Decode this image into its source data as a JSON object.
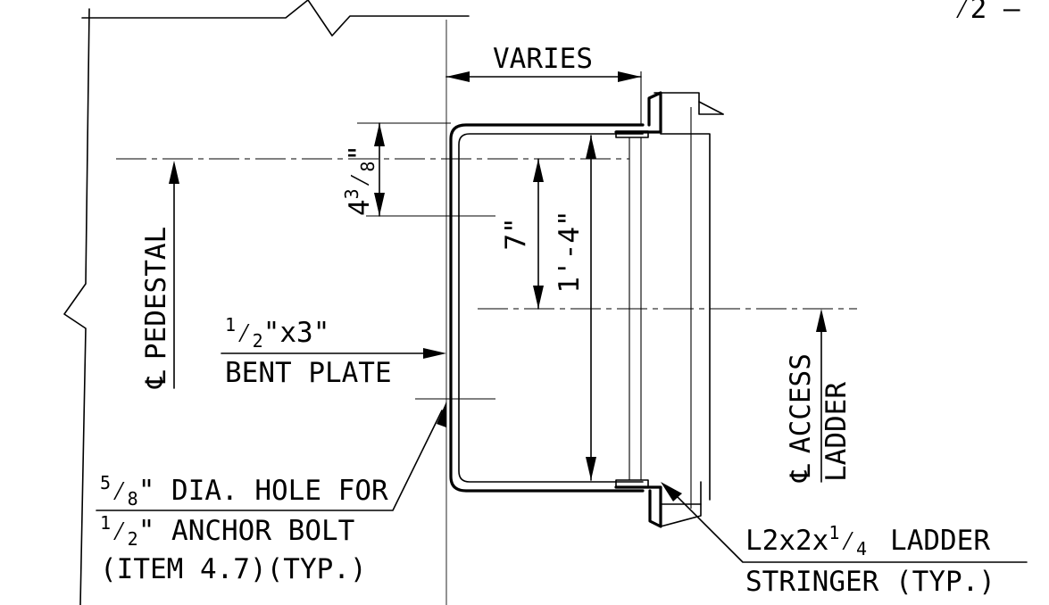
{
  "corner_note": "⁄2 –",
  "dimensions": {
    "varies": "VARIES",
    "plate_offset": "4⅜\"",
    "plate_offset_whole": "4",
    "plate_offset_num": "3",
    "plate_offset_den": "8",
    "plate_offset_inch": "\"",
    "half_height": "7\"",
    "full_height": "1'-4\""
  },
  "centerlines": {
    "pedestal": "℄ PEDESTAL",
    "pedestal_symbol": "℄",
    "pedestal_text": "PEDESTAL",
    "access_ladder_line1": "℄ ACCESS",
    "access_symbol": "℄",
    "access_text": "ACCESS",
    "access_ladder_line2": "LADDER"
  },
  "callouts": {
    "bent_plate_top": "½\"x3\"",
    "bent_plate_top_num": "1",
    "bent_plate_top_den": "2",
    "bent_plate_top_rest": "\"x3\"",
    "bent_plate_bottom": "BENT PLATE",
    "hole_line1": "⅝\" DIA. HOLE FOR",
    "hole_line1_num": "5",
    "hole_line1_den": "8",
    "hole_line1_rest": "\" DIA. HOLE FOR",
    "hole_line2": "½\" ANCHOR BOLT",
    "hole_line2_num": "1",
    "hole_line2_den": "2",
    "hole_line2_rest": "\" ANCHOR BOLT",
    "hole_line3": "(ITEM 4.7)(TYP.)",
    "stringer_line1": "L2x2x¼ LADDER",
    "stringer_line1_a": "L2x2x",
    "stringer_line1_num": "1",
    "stringer_line1_den": "4",
    "stringer_line1_rest": "LADDER",
    "stringer_line2": "STRINGER (TYP.)"
  }
}
